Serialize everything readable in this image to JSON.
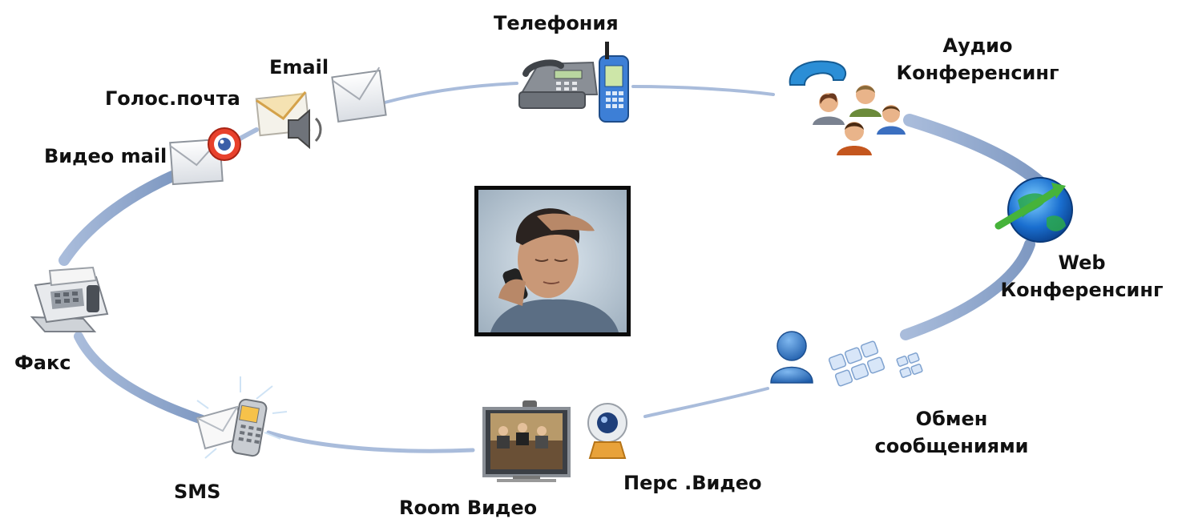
{
  "labels": {
    "telephony": "Телефония",
    "email": "Email",
    "voicemail": "Голос.почта",
    "videomail": "Видео mail",
    "audio_conf_line1": "Аудио",
    "audio_conf_line2": "Конференсинг",
    "web_conf_line1": "Web",
    "web_conf_line2": "Конференсинг",
    "fax": "Факс",
    "sms": "SMS",
    "room_video": "Room Видео",
    "personal_video": "Перс .Видео",
    "messaging_line1": "Обмен",
    "messaging_line2": "сообщениями"
  },
  "icons": {
    "telephony": "desk-phone-and-mobile-icon",
    "email": "envelope-icon",
    "voicemail": "envelope-speaker-icon",
    "videomail": "envelope-webcam-icon",
    "audio_conf": "phone-receiver-people-icon",
    "web_conf": "globe-arrow-icon",
    "fax": "fax-machine-icon",
    "sms": "mobile-phone-message-icon",
    "room_video": "video-conference-screen-icon",
    "personal_video": "webcam-icon",
    "messaging": "user-keyboard-icon",
    "center": "stressed-man-on-phone-photo"
  },
  "colors": {
    "ring": "#9fb4d4",
    "ring_dark": "#7f99c2"
  }
}
